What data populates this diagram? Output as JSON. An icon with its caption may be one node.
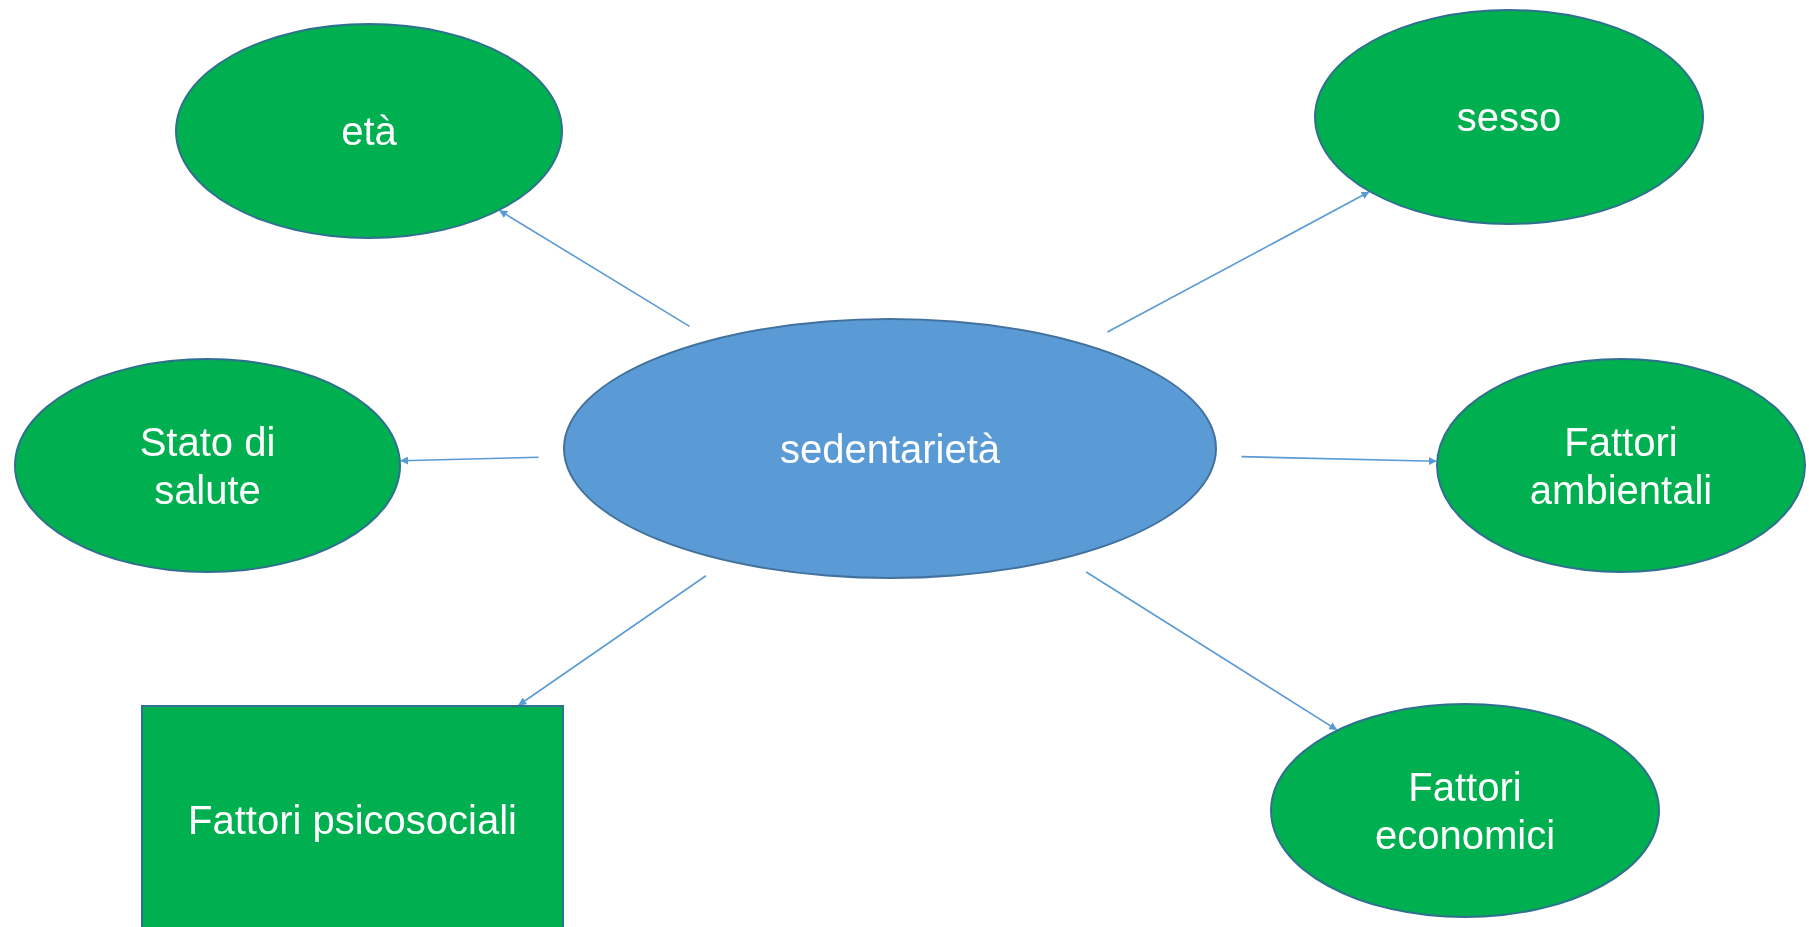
{
  "diagram": {
    "nodes": [
      {
        "text": [
          "sedentarietà"
        ]
      },
      {
        "text": [
          "età"
        ]
      },
      {
        "text": [
          "sesso"
        ]
      },
      {
        "text": [
          "Stato di salute"
        ]
      },
      {
        "text": [
          "Fattori ambientali"
        ]
      },
      {
        "text": [
          "Fattori psicosociali"
        ]
      },
      {
        "text": [
          "Fattori economici"
        ]
      }
    ],
    "edges": [
      {
        "from": 0,
        "to": 1,
        "arrow": "to"
      },
      {
        "from": 0,
        "to": 2,
        "arrow": "to"
      },
      {
        "from": 0,
        "to": 3,
        "arrow": "to"
      },
      {
        "from": 0,
        "to": 4,
        "arrow": "to"
      },
      {
        "from": 0,
        "to": 5,
        "arrow": "to"
      },
      {
        "from": 0,
        "to": 6,
        "arrow": "to"
      }
    ]
  }
}
